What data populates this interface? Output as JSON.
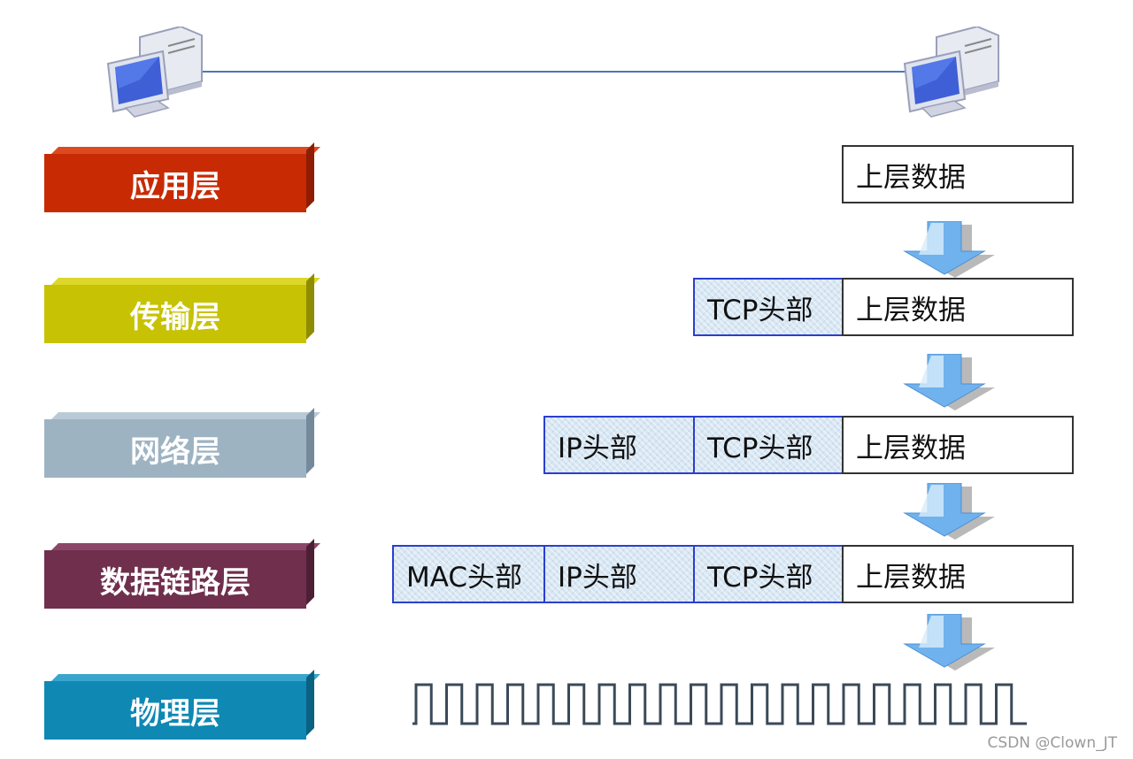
{
  "layers": [
    {
      "label": "应用层",
      "color": "#c82a04",
      "top": "#dd4a20",
      "side": "#8f1d02"
    },
    {
      "label": "传输层",
      "color": "#c7c203",
      "top": "#dcd72a",
      "side": "#8f8b02"
    },
    {
      "label": "网络层",
      "color": "#9eb3c2",
      "top": "#b8cad6",
      "side": "#74899a"
    },
    {
      "label": "数据链路层",
      "color": "#6f2f4d",
      "top": "#8c4768",
      "side": "#4d1f35"
    },
    {
      "label": "物理层",
      "color": "#0f88b4",
      "top": "#3aa5cc",
      "side": "#0a6182"
    }
  ],
  "packet": {
    "data_label": "上层数据",
    "tcp_header": "TCP头部",
    "ip_header": "IP头部",
    "mac_header": "MAC头部"
  },
  "colors": {
    "header_border": "#2a3fd0",
    "arrow_fill": "#6fb2ee",
    "signal": "#3b4a58",
    "link_line": "#4a78b8"
  },
  "icons": [
    "computer-icon-left",
    "computer-icon-right",
    "down-arrow-icon",
    "square-wave-signal"
  ],
  "watermark": "CSDN @Clown_JT"
}
